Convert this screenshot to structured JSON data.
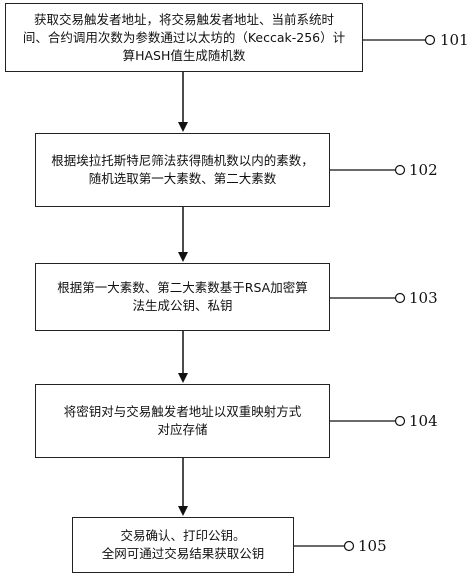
{
  "steps": [
    {
      "id": "101",
      "lines": [
        "获取交易触发者地址，将交易触发者地址、当前系统时",
        "间、合约调用次数为参数通过以太坊的（Keccak-256）计",
        "算HASH值生成随机数"
      ]
    },
    {
      "id": "102",
      "lines": [
        "根据埃拉托斯特尼筛法获得随机数以内的素数，",
        "随机选取第一大素数、第二大素数"
      ]
    },
    {
      "id": "103",
      "lines": [
        "根据第一大素数、第二大素数基于RSA加密算",
        "法生成公钥、私钥"
      ]
    },
    {
      "id": "104",
      "lines": [
        "将密钥对与交易触发者地址以双重映射方式",
        "对应存储"
      ]
    },
    {
      "id": "105",
      "lines": [
        "交易确认、打印公钥。",
        "全网可通过交易结果获取公钥"
      ]
    }
  ]
}
